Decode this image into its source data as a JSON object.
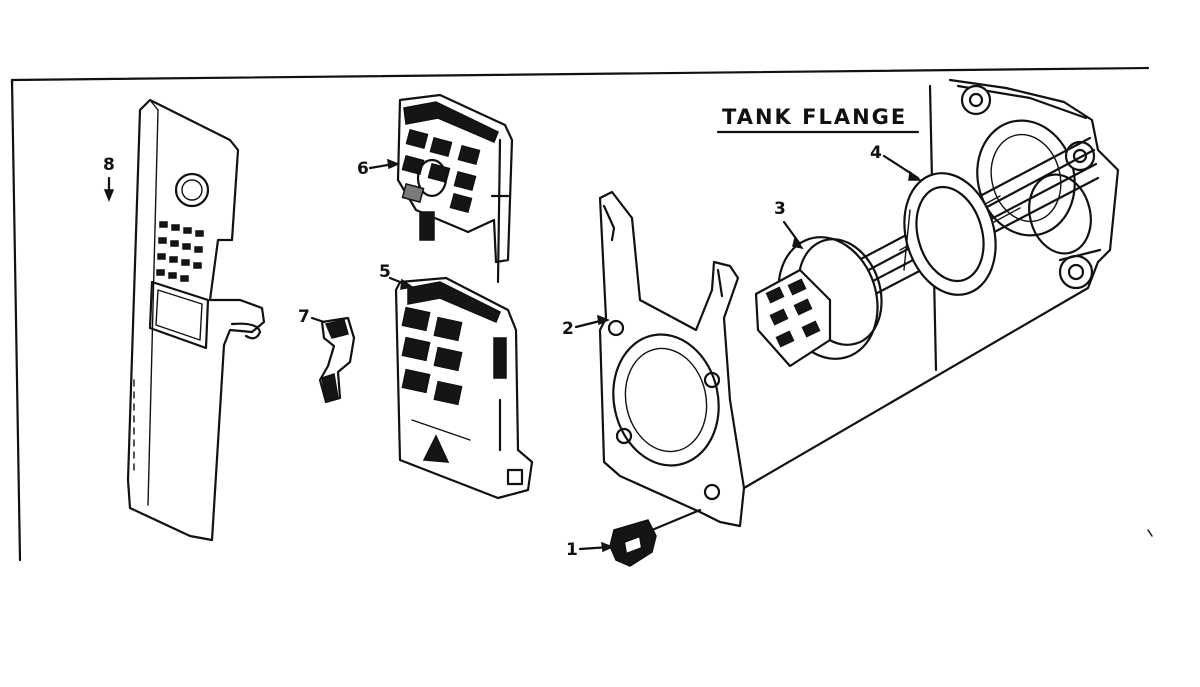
{
  "diagram": {
    "section_title": "TANK FLANGE",
    "callouts": {
      "c1": "1",
      "c2": "2",
      "c3": "3",
      "c4": "4",
      "c5": "5",
      "c6": "6",
      "c7": "7",
      "c8": "8"
    },
    "colors": {
      "ink": "#111111",
      "background": "#ffffff"
    }
  }
}
